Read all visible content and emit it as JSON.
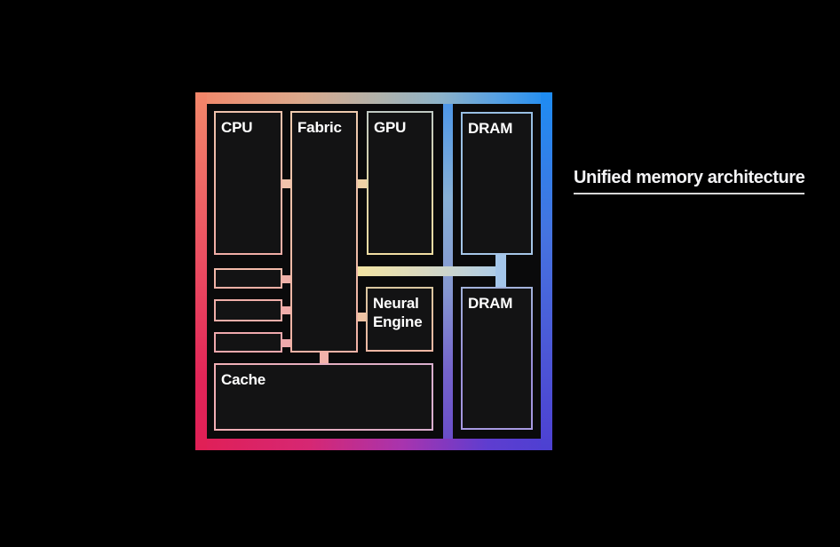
{
  "headline": {
    "text": "Unified memory architecture"
  },
  "diagram": {
    "blocks": {
      "cpu": {
        "label": "CPU"
      },
      "fabric": {
        "label": "Fabric"
      },
      "gpu": {
        "label": "GPU"
      },
      "dram_top": {
        "label": "DRAM"
      },
      "dram_bottom": {
        "label": "DRAM"
      },
      "neural_engine": {
        "label": "Neural Engine"
      },
      "cache": {
        "label": "Cache"
      }
    }
  },
  "colors": {
    "background": "#000000",
    "text": "#FFFFFF",
    "underline": "#D6D6D6",
    "frame_top_left": "#F2876A",
    "frame_top_right": "#1E8CF2",
    "frame_bottom_left": "#E01F56",
    "frame_bottom_right": "#4D40D2",
    "bus_start": "#F2E3A2",
    "bus_end": "#A9CBEC"
  }
}
